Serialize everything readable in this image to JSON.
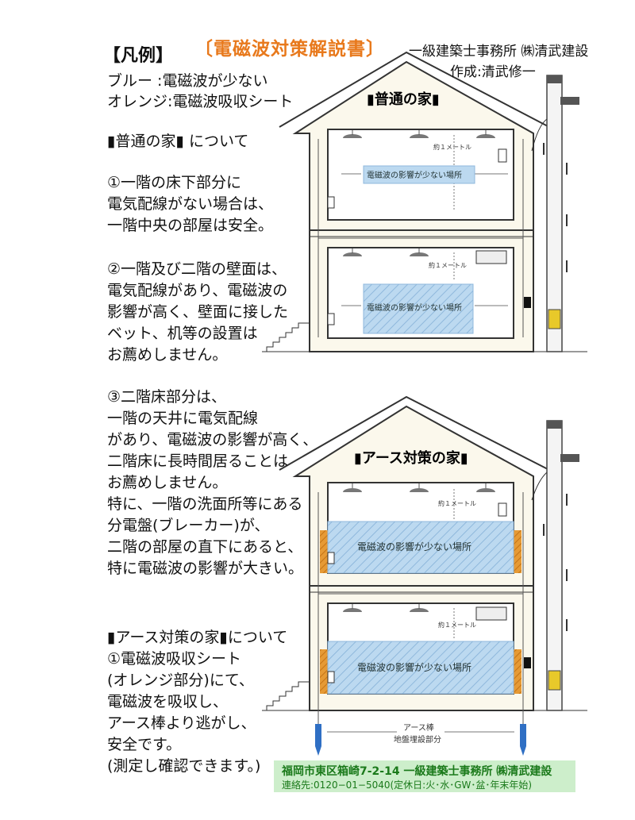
{
  "header": {
    "title": "〔電磁波対策解説書〕",
    "office": "一級建築士事務所 ㈱清武建設",
    "author": "作成:清武修一"
  },
  "legend": {
    "heading": "【凡例】",
    "blue": "ブルー :電磁波が少ない",
    "orange": "オレンジ:電磁波吸収シート"
  },
  "section_normal": {
    "heading": "▮普通の家▮ について",
    "p1": [
      "①一階の床下部分に",
      "電気配線がない場合は、",
      "一階中央の部屋は安全。"
    ],
    "p2": [
      "②一階及び二階の壁面は、",
      "電気配線があり、電磁波の",
      "影響が高く、壁面に接した",
      "ベット、机等の設置は",
      "お薦めしません。"
    ],
    "p3": [
      "③二階床部分は、",
      "一階の天井に電気配線",
      "があり、電磁波の影響が高く、",
      "二階床に長時間居ることは",
      "お薦めしません。",
      "特に、一階の洗面所等にある",
      "分電盤(ブレーカー)が、",
      "二階の部屋の直下にあると、",
      "特に電磁波の影響が大きい。"
    ]
  },
  "section_earth": {
    "heading": "▮アース対策の家▮について",
    "p1": [
      "①電磁波吸収シート",
      "(オレンジ部分)にて、",
      "電磁波を吸収し、",
      "アース棒より逃がし、",
      "安全です。",
      "(測定し確認できます。)"
    ]
  },
  "diagram1": {
    "house_label": "▮普通の家▮",
    "dist_upper": "約１メートル",
    "dist_lower": "約１メートル",
    "safe_upper": "電磁波の影響が少ない場所",
    "safe_lower": "電磁波の影響が少ない場所"
  },
  "diagram2": {
    "house_label": "▮アース対策の家▮",
    "dist_upper": "約１メートル",
    "dist_lower": "約１メートル",
    "safe_upper": "電磁波の影響が少ない場所",
    "safe_lower": "電磁波の影響が少ない場所",
    "rod_label_1": "アース棒",
    "rod_label_2": "地盤埋設部分"
  },
  "footer": {
    "address": "福岡市東区箱崎7-2-14 一級建築士事務所 ㈱清武建設",
    "contact": "連絡先:0120−01−5040(定休日:火･水･GW･盆･年末年始)"
  },
  "colors": {
    "safe_blue": "#bcd9f0",
    "sheet_orange": "#e69a35",
    "title_orange": "#e8791c",
    "footer_green": "#cdeecb"
  }
}
